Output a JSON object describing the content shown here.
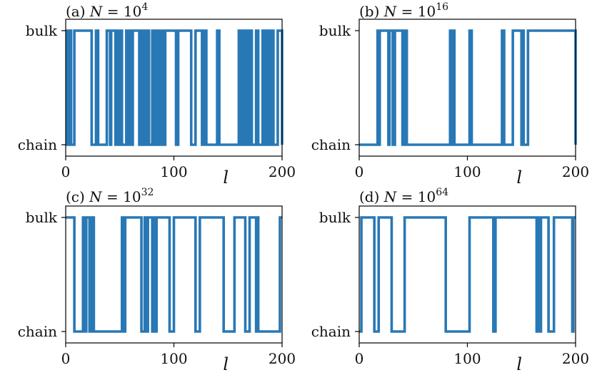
{
  "colors": {
    "line": "#2878b5"
  },
  "chart_data": [
    {
      "type": "line",
      "title": {
        "prefix": "(a) ",
        "var": "N",
        "eq": " = 10",
        "exp": "4"
      },
      "xlabel": "l",
      "xlim": [
        0,
        200
      ],
      "xticks": [
        "0",
        "100",
        "200"
      ],
      "ylim": [
        0,
        1
      ],
      "ytick_labels": [
        "chain",
        "bulk"
      ],
      "grid": false,
      "series": [
        {
          "values": [
            [
              0,
              1
            ],
            [
              1,
              1
            ],
            [
              1,
              0
            ],
            [
              2,
              0
            ],
            [
              2,
              1
            ],
            [
              3,
              1
            ],
            [
              3,
              0
            ],
            [
              4,
              0
            ],
            [
              4,
              1
            ],
            [
              5,
              1
            ],
            [
              5,
              0
            ],
            [
              8,
              0
            ],
            [
              8,
              1
            ],
            [
              24,
              1
            ],
            [
              24,
              0
            ],
            [
              28,
              0
            ],
            [
              28,
              1
            ],
            [
              30,
              1
            ],
            [
              30,
              0
            ],
            [
              38,
              0
            ],
            [
              38,
              1
            ],
            [
              41,
              1
            ],
            [
              41,
              0
            ],
            [
              42,
              0
            ],
            [
              42,
              1
            ],
            [
              46,
              1
            ],
            [
              46,
              0
            ],
            [
              48,
              0
            ],
            [
              48,
              1
            ],
            [
              50,
              1
            ],
            [
              50,
              0
            ],
            [
              51,
              0
            ],
            [
              51,
              1
            ],
            [
              52,
              1
            ],
            [
              52,
              0
            ],
            [
              56,
              0
            ],
            [
              56,
              1
            ],
            [
              58,
              1
            ],
            [
              58,
              0
            ],
            [
              59,
              0
            ],
            [
              59,
              1
            ],
            [
              60,
              1
            ],
            [
              60,
              0
            ],
            [
              62,
              0
            ],
            [
              62,
              1
            ],
            [
              68,
              1
            ],
            [
              68,
              0
            ],
            [
              70,
              0
            ],
            [
              70,
              1
            ],
            [
              72,
              1
            ],
            [
              72,
              0
            ],
            [
              74,
              0
            ],
            [
              74,
              1
            ],
            [
              75,
              1
            ],
            [
              75,
              0
            ],
            [
              76,
              0
            ],
            [
              76,
              1
            ],
            [
              77,
              1
            ],
            [
              77,
              0
            ],
            [
              80,
              0
            ],
            [
              80,
              1
            ],
            [
              82,
              1
            ],
            [
              82,
              0
            ],
            [
              84,
              0
            ],
            [
              84,
              1
            ],
            [
              86,
              1
            ],
            [
              86,
              0
            ],
            [
              88,
              0
            ],
            [
              88,
              1
            ],
            [
              90,
              1
            ],
            [
              90,
              0
            ],
            [
              92,
              0
            ],
            [
              92,
              1
            ],
            [
              102,
              1
            ],
            [
              102,
              0
            ],
            [
              104,
              0
            ],
            [
              104,
              1
            ],
            [
              116,
              1
            ],
            [
              116,
              0
            ],
            [
              120,
              0
            ],
            [
              120,
              1
            ],
            [
              126,
              1
            ],
            [
              126,
              0
            ],
            [
              128,
              0
            ],
            [
              128,
              1
            ],
            [
              130,
              1
            ],
            [
              130,
              0
            ],
            [
              140,
              0
            ],
            [
              140,
              1
            ],
            [
              142,
              1
            ],
            [
              142,
              0
            ],
            [
              160,
              0
            ],
            [
              160,
              1
            ],
            [
              162,
              1
            ],
            [
              162,
              0
            ],
            [
              164,
              0
            ],
            [
              164,
              1
            ],
            [
              166,
              1
            ],
            [
              166,
              0
            ],
            [
              168,
              0
            ],
            [
              168,
              1
            ],
            [
              169,
              1
            ],
            [
              169,
              0
            ],
            [
              170,
              0
            ],
            [
              170,
              1
            ],
            [
              172,
              1
            ],
            [
              172,
              0
            ],
            [
              176,
              0
            ],
            [
              176,
              1
            ],
            [
              178,
              1
            ],
            [
              178,
              0
            ],
            [
              182,
              0
            ],
            [
              182,
              1
            ],
            [
              184,
              1
            ],
            [
              184,
              0
            ],
            [
              186,
              0
            ],
            [
              186,
              1
            ],
            [
              188,
              1
            ],
            [
              188,
              0
            ],
            [
              190,
              0
            ],
            [
              190,
              1
            ],
            [
              192,
              1
            ],
            [
              192,
              0
            ],
            [
              196,
              0
            ],
            [
              196,
              1
            ],
            [
              200,
              1
            ],
            [
              200,
              0
            ]
          ]
        }
      ]
    },
    {
      "type": "line",
      "title": {
        "prefix": "(b) ",
        "var": "N",
        "eq": " = 10",
        "exp": "16"
      },
      "xlabel": "l",
      "xlim": [
        0,
        200
      ],
      "xticks": [
        "0",
        "100",
        "200"
      ],
      "ylim": [
        0,
        1
      ],
      "ytick_labels": [
        "chain",
        "bulk"
      ],
      "grid": false,
      "series": [
        {
          "values": [
            [
              0,
              0
            ],
            [
              17,
              0
            ],
            [
              17,
              1
            ],
            [
              18,
              1
            ],
            [
              18,
              0
            ],
            [
              19,
              0
            ],
            [
              19,
              1
            ],
            [
              27,
              1
            ],
            [
              27,
              0
            ],
            [
              28,
              0
            ],
            [
              28,
              1
            ],
            [
              31,
              1
            ],
            [
              31,
              0
            ],
            [
              33,
              0
            ],
            [
              33,
              1
            ],
            [
              40,
              1
            ],
            [
              40,
              0
            ],
            [
              42,
              0
            ],
            [
              42,
              1
            ],
            [
              44,
              1
            ],
            [
              44,
              0
            ],
            [
              84,
              0
            ],
            [
              84,
              1
            ],
            [
              86,
              1
            ],
            [
              86,
              0
            ],
            [
              87,
              0
            ],
            [
              87,
              1
            ],
            [
              88,
              1
            ],
            [
              88,
              0
            ],
            [
              102,
              0
            ],
            [
              102,
              1
            ],
            [
              104,
              1
            ],
            [
              104,
              0
            ],
            [
              132,
              0
            ],
            [
              132,
              1
            ],
            [
              134,
              1
            ],
            [
              134,
              0
            ],
            [
              142,
              0
            ],
            [
              142,
              1
            ],
            [
              150,
              1
            ],
            [
              150,
              0
            ],
            [
              151,
              0
            ],
            [
              151,
              1
            ],
            [
              152,
              1
            ],
            [
              152,
              0
            ],
            [
              156,
              0
            ],
            [
              156,
              1
            ],
            [
              200,
              1
            ],
            [
              200,
              0
            ]
          ]
        }
      ]
    },
    {
      "type": "line",
      "title": {
        "prefix": "(c) ",
        "var": "N",
        "eq": " = 10",
        "exp": "32"
      },
      "xlabel": "l",
      "xlim": [
        0,
        200
      ],
      "xticks": [
        "0",
        "100",
        "200"
      ],
      "ylim": [
        0,
        1
      ],
      "ytick_labels": [
        "chain",
        "bulk"
      ],
      "grid": false,
      "series": [
        {
          "values": [
            [
              0,
              1
            ],
            [
              8,
              1
            ],
            [
              8,
              0
            ],
            [
              16,
              0
            ],
            [
              16,
              1
            ],
            [
              18,
              1
            ],
            [
              18,
              0
            ],
            [
              19,
              0
            ],
            [
              19,
              1
            ],
            [
              22,
              1
            ],
            [
              22,
              0
            ],
            [
              24,
              0
            ],
            [
              24,
              1
            ],
            [
              26,
              1
            ],
            [
              26,
              0
            ],
            [
              52,
              0
            ],
            [
              52,
              1
            ],
            [
              53,
              1
            ],
            [
              53,
              0
            ],
            [
              55,
              0
            ],
            [
              55,
              1
            ],
            [
              70,
              1
            ],
            [
              70,
              0
            ],
            [
              73,
              0
            ],
            [
              73,
              1
            ],
            [
              75,
              1
            ],
            [
              75,
              0
            ],
            [
              76,
              0
            ],
            [
              76,
              1
            ],
            [
              80,
              1
            ],
            [
              80,
              0
            ],
            [
              82,
              0
            ],
            [
              82,
              1
            ],
            [
              83,
              1
            ],
            [
              83,
              0
            ],
            [
              84,
              0
            ],
            [
              84,
              1
            ],
            [
              96,
              1
            ],
            [
              96,
              0
            ],
            [
              100,
              0
            ],
            [
              100,
              1
            ],
            [
              120,
              1
            ],
            [
              120,
              0
            ],
            [
              124,
              0
            ],
            [
              124,
              1
            ],
            [
              146,
              1
            ],
            [
              146,
              0
            ],
            [
              156,
              0
            ],
            [
              156,
              1
            ],
            [
              166,
              1
            ],
            [
              166,
              0
            ],
            [
              170,
              0
            ],
            [
              170,
              1
            ],
            [
              176,
              1
            ],
            [
              176,
              0
            ],
            [
              177,
              0
            ],
            [
              177,
              1
            ],
            [
              178,
              1
            ],
            [
              178,
              0
            ],
            [
              198,
              0
            ],
            [
              198,
              1
            ],
            [
              200,
              1
            ]
          ]
        }
      ]
    },
    {
      "type": "line",
      "title": {
        "prefix": "(d) ",
        "var": "N",
        "eq": " = 10",
        "exp": "64"
      },
      "xlabel": "l",
      "xlim": [
        0,
        200
      ],
      "xticks": [
        "0",
        "100",
        "200"
      ],
      "ylim": [
        0,
        1
      ],
      "ytick_labels": [
        "chain",
        "bulk"
      ],
      "grid": false,
      "series": [
        {
          "values": [
            [
              0,
              0
            ],
            [
              2,
              0
            ],
            [
              2,
              1
            ],
            [
              14,
              1
            ],
            [
              14,
              0
            ],
            [
              18,
              0
            ],
            [
              18,
              1
            ],
            [
              30,
              1
            ],
            [
              30,
              0
            ],
            [
              42,
              0
            ],
            [
              42,
              1
            ],
            [
              80,
              1
            ],
            [
              80,
              0
            ],
            [
              102,
              0
            ],
            [
              102,
              1
            ],
            [
              124,
              1
            ],
            [
              124,
              0
            ],
            [
              126,
              0
            ],
            [
              126,
              1
            ],
            [
              164,
              1
            ],
            [
              164,
              0
            ],
            [
              165,
              0
            ],
            [
              165,
              1
            ],
            [
              166,
              1
            ],
            [
              166,
              0
            ],
            [
              168,
              0
            ],
            [
              168,
              1
            ],
            [
              175,
              1
            ],
            [
              175,
              0
            ],
            [
              180,
              0
            ],
            [
              180,
              1
            ],
            [
              197,
              1
            ],
            [
              197,
              0
            ],
            [
              198,
              0
            ],
            [
              198,
              1
            ],
            [
              200,
              1
            ]
          ]
        }
      ]
    }
  ]
}
